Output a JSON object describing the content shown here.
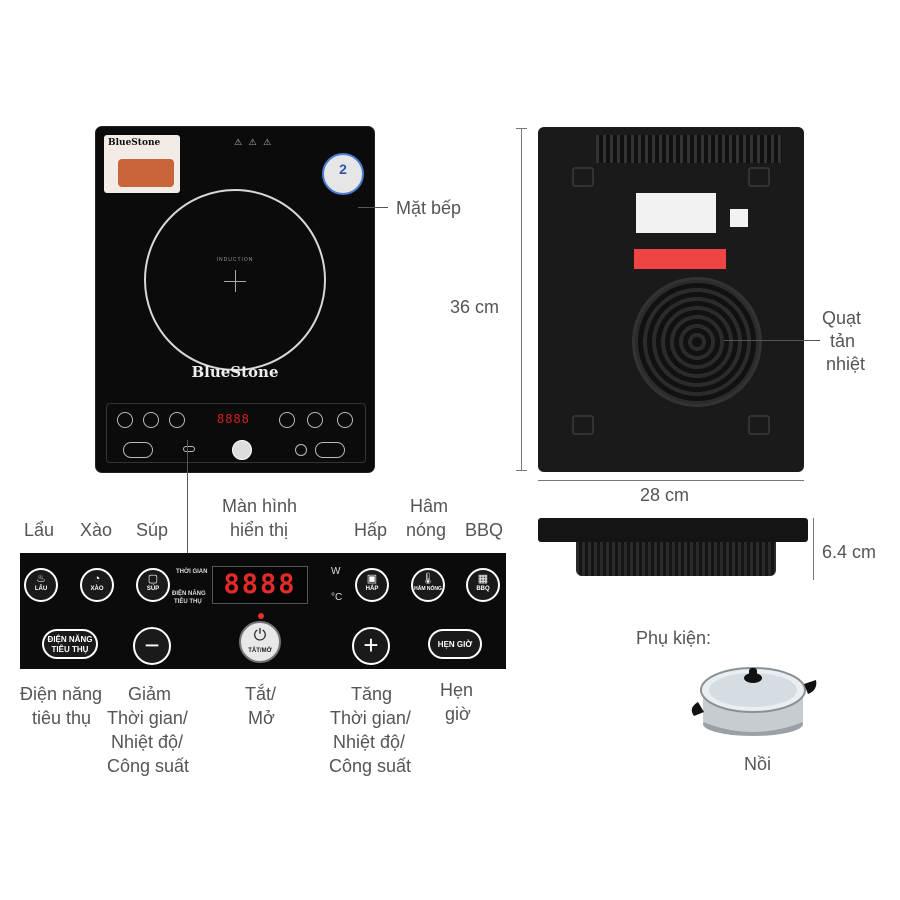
{
  "cooktop": {
    "brand": "BlueStone",
    "induction_text": "INDUCTION",
    "small_display": "8888"
  },
  "labels": {
    "mat_bep": "Mặt bếp",
    "quat": [
      "Quạt",
      "tản",
      "nhiệt"
    ],
    "height": "36 cm",
    "width": "28 cm",
    "depth": "6.4 cm",
    "lau": "Lẩu",
    "xao": "Xào",
    "sup": "Súp",
    "man_hinh": [
      "Màn hình",
      "hiển thị"
    ],
    "hap": "Hấp",
    "ham_nong": [
      "Hâm",
      "nóng"
    ],
    "bbq": "BBQ",
    "dien_nang": [
      "Điện năng",
      "tiêu thụ"
    ],
    "giam": [
      "Giảm",
      "Thời gian/",
      "Nhiệt độ/",
      "Công suất"
    ],
    "tat_mo": [
      "Tắt/",
      "Mở"
    ],
    "tang": [
      "Tăng",
      "Thời gian/",
      "Nhiệt độ/",
      "Công suất"
    ],
    "hen_gio": [
      "Hẹn",
      "giờ"
    ],
    "phu_kien": "Phụ kiện:",
    "noi": "Nồi"
  },
  "panel": {
    "display": "8888",
    "thoi_gian": "THỜI GIAN",
    "dien_nang_small": [
      "ĐIỆN NĂNG",
      "TIÊU THỤ"
    ],
    "unit_w": "W",
    "unit_c": "°C",
    "btn_lau": "LẨU",
    "btn_xao": "XÀO",
    "btn_sup": "SÚP",
    "btn_hap": "HẤP",
    "btn_ham": "HÂM NÓNG",
    "btn_bbq": "BBQ",
    "btn_dien": [
      "ĐIỆN NĂNG",
      "TIÊU THỤ"
    ],
    "btn_minus": "−",
    "btn_power": "TẮT/MỞ",
    "btn_plus": "+",
    "btn_hen": "HẸN GIỜ"
  }
}
